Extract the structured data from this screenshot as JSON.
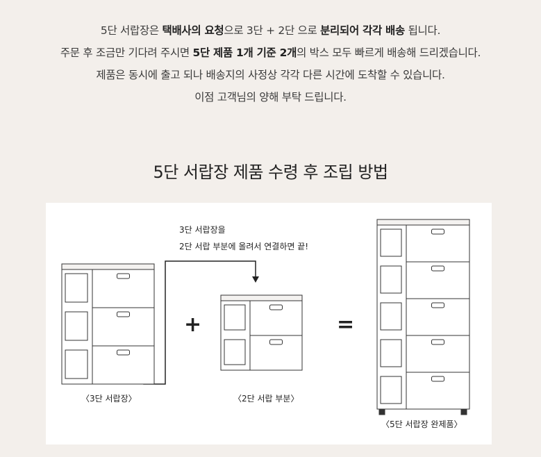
{
  "notice": {
    "line1": {
      "a": "5단 서랍장은 ",
      "b": "택배사의 요청",
      "c": "으로 3단 + 2단 으로 ",
      "d": "분리되어 각각 배송",
      "e": " 됩니다."
    },
    "line2": {
      "a": "주문 후 조금만 기다려 주시면 ",
      "b": "5단 제품 1개 기준 2개",
      "c": "의 박스 모두 빠르게 배송해 드리겠습니다."
    },
    "line3": "제품은 동시에 출고 되나 배송지의 사정상 각각 다른 시간에 도착할 수 있습니다.",
    "line4": "이점 고객님의 양해 부탁 드립니다."
  },
  "title": "5단 서랍장 제품 수령 후 조립 방법",
  "diagram": {
    "instruction_line1": "3단 서랍장을",
    "instruction_line2": "2단 서랍 부분에 올려서 연결하면 끝!",
    "plus": "+",
    "equals": "=",
    "label_3tier": "〈3단 서랍장〉",
    "label_2tier": "〈2단 서랍 부분〉",
    "label_5tier": "〈5단 서랍장 완제품〉",
    "cabinets": [
      {
        "drawers": 3
      },
      {
        "drawers": 2
      },
      {
        "drawers": 5
      }
    ]
  }
}
